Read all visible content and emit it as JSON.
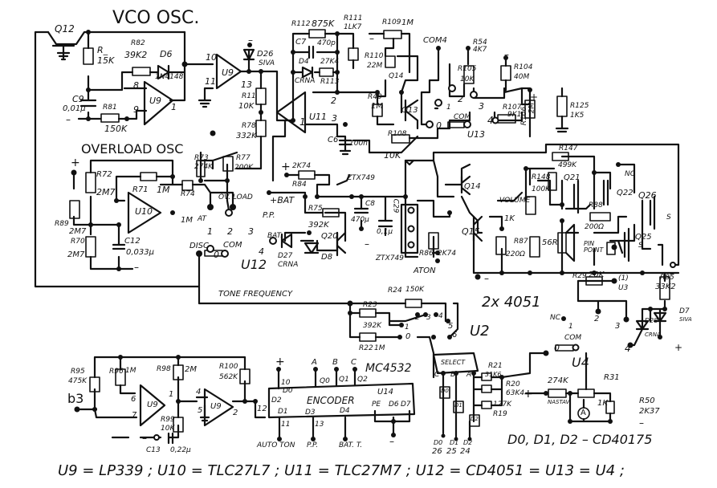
{
  "titles": {
    "vco": "VCO  OSC.",
    "overload": "OVERLOAD OSC",
    "tone_frequency": "TONE FREQUENCY",
    "mux_note": "2x 4051",
    "encoder_part": "MC4532",
    "latch_note": "D0, D1, D2 – CD40175",
    "footer": "U9 = LP339 ;  U10 = TLC27L7 ;  U11 = TLC27M7 ;  U12 = CD4051 = U13 = U4 ;"
  },
  "vco": {
    "q12": "Q12",
    "r_label": "R_",
    "r_value": "15K",
    "r82": "R82",
    "r82_value": "39K2",
    "d6": "D6",
    "d6_part": "1N4148",
    "c9": "C9",
    "c9_value": "0,01µ",
    "r81": "R81",
    "r81_value": "150K",
    "u9a": "U9",
    "u9a_pin8": "8",
    "u9a_pin9": "9",
    "u9a_pin1": "1",
    "u9b": "U9",
    "u9b_pin10": "10",
    "u9b_pin11": "11",
    "u9b_pin13": "13",
    "minus": "–"
  },
  "led_top": {
    "d26": "D26",
    "d26_color": "SIVA",
    "r11": "R11",
    "r11_value": "10K",
    "r78": "R78",
    "r78_value": "332K",
    "minus": "–"
  },
  "integrator": {
    "r112": "R112",
    "r112_value": "875K",
    "r111": "R111",
    "r111_value": "1LK7",
    "c7": "C7",
    "c7_value": "470p",
    "d4": "D4",
    "d4_color": "CRNA",
    "r113": "R113",
    "r113_value": "27K4",
    "u11": "U11",
    "pin1": "1",
    "pin2": "2",
    "pin3": "3",
    "c6": "C6",
    "c6_value": "100n",
    "r109": "R109",
    "r109_value": "1M",
    "r110": "R110",
    "r110_value": "22M",
    "r40": "R40",
    "r40_value": "1M",
    "q14": "Q14",
    "q13": "Q13",
    "r108": "R108",
    "r108_value": "10K",
    "minus": "–"
  },
  "u13_switch": {
    "com4": "COM4",
    "r54": "R54",
    "r54_value": "4K7",
    "r105": "R105",
    "r105_value": "10K",
    "r104": "R104",
    "r104_value": "40M",
    "r107": "R107",
    "r107_value": "9K1",
    "r106": "R106",
    "r106_value": "2M",
    "r125": "R125",
    "r125_value": "1K5",
    "pos1": "1",
    "pos2": "2",
    "pos3": "3",
    "pos4": "4",
    "pos0": "0",
    "com": "COM",
    "u13": "U13",
    "plus": "+",
    "minus": "–"
  },
  "overload": {
    "plus": "+",
    "minus": "–",
    "r72": "R72",
    "r72_value": "2M7",
    "r71": "R71",
    "r71_value": "1M",
    "r89": "R89",
    "r89_value": "2M7",
    "r70": "R70",
    "r70_value": "2M7",
    "c12": "C12",
    "c12_value": "0,033µ",
    "u10": "U10",
    "r74": "R74",
    "r74_value": "1M",
    "at": "AT",
    "r73": "R73",
    "r73_value": "274K",
    "r77": "R77",
    "r77_value": "200K",
    "ov_load": "OV. LOAD",
    "pp": "P.P.",
    "pos1": "1",
    "pos2": "2",
    "pos3": "3",
    "pos4": "4",
    "disc": "DISC",
    "pos0": "0",
    "com": "COM",
    "u12": "U12"
  },
  "battery": {
    "plus_r84": "+",
    "r84": "R84",
    "r84_value": "2K74",
    "plus_bat": "+BAT",
    "r75": "R75",
    "r75_value": "392K",
    "bat_t": "BAT.",
    "d27": "D27",
    "d27_color": "CRNA",
    "d8": "D8",
    "q20": "Q20",
    "ztx_top": "ZTX749",
    "ztx_bottom": "ZTX749",
    "c8": "C8",
    "c8_value": "470µ",
    "c29": "C29",
    "c29_value": "0,1µ",
    "r86": "R86",
    "r86_value": "2K74",
    "aton": "ATON",
    "minus": "–"
  },
  "amplifier": {
    "q14": "Q14",
    "q15": "Q15",
    "volume": "VOLUME",
    "volume_value": "1K",
    "r87": "R87",
    "r87_value": "220Ω",
    "r56": "56R",
    "r147": "R147",
    "r147_value": "499K",
    "r148": "R148",
    "r148_value": "100K",
    "q21": "Q21",
    "q22": "Q22",
    "nc": "NC",
    "q26": "Q26",
    "r88": "R88",
    "r88_value": "200Ω",
    "q25": "Q25",
    "s1": "S",
    "s2": "S",
    "pin_point": "PIN POINT",
    "minus1": "–",
    "minus2": "–"
  },
  "tone_mux": {
    "r24": "R24",
    "r24_value": "150K",
    "r23": "R23",
    "r23_value": "392K",
    "r22": "R22",
    "r22_value": "1M",
    "pos0": "0",
    "pos1": "1",
    "pos2": "2",
    "pos3": "3",
    "pos4": "4",
    "pos5": "5",
    "pos6": "6",
    "u2": "U2"
  },
  "u3_switch": {
    "r29": "R29",
    "r29_value": "20K",
    "out": "(1)",
    "u3": "U3",
    "nc": "NC",
    "pos1": "1",
    "pos2": "2",
    "pos3": "3",
    "pos4": "4",
    "r85": "R85",
    "r85_value": "33K2",
    "d28": "D28",
    "d28_color": "CRNA",
    "d7": "D7",
    "d7_color": "SIVA",
    "plus": "+",
    "minus": "–"
  },
  "comparator": {
    "r95": "R95",
    "r95_value": "475K",
    "r96": "R96",
    "r96_value": "1M",
    "r98": "R98",
    "r98_value": "2M",
    "r100": "R100",
    "r100_value": "562K",
    "b3": "b3",
    "u9c": "U9",
    "u9d": "U9",
    "pin6": "6",
    "pin7": "7",
    "pin1": "1",
    "pin4": "4",
    "pin5": "5",
    "pin2": "2",
    "pin12": "12",
    "r99": "R99",
    "r99_value": "10K",
    "c13": "C13",
    "c13_value": "0,22µ",
    "minus": "–"
  },
  "encoder": {
    "plus": "+",
    "a": "A",
    "b": "B",
    "c": "C",
    "label": "ENCODER",
    "u14": "U14",
    "d0": "D0",
    "d1": "D1",
    "d2": "D2",
    "d3": "D3",
    "d4": "D4",
    "q0": "Q0",
    "q1": "Q1",
    "q2": "Q2",
    "pe": "PE",
    "d6": "D6",
    "d7": "D7",
    "pin10": "10",
    "pin11": "11",
    "pin13": "13",
    "auto_ton": "AUTO TON",
    "pp": "P.P.",
    "bat_t": "BAT. T.",
    "minus": "–"
  },
  "select": {
    "label": "SELECT",
    "c": "C",
    "b": "B",
    "a": "A",
    "r21": "R21",
    "r21_value": "31K6",
    "r20": "R20",
    "r20_value": "63K4",
    "r19": "R19",
    "r19_value": "127K",
    "d0": "D0",
    "d1": "D1",
    "d2": "D2",
    "in0": "D0",
    "in1": "D1",
    "in2": "D2",
    "p26": "26",
    "p25": "25",
    "p24": "24"
  },
  "u4_meter": {
    "pos0": "0",
    "com": "COM",
    "u4": "U4",
    "plus": "+",
    "r_meter": "274K",
    "r_meter_note": "NASTAV",
    "meter": "A",
    "r31": "R31",
    "r31_value": "1K",
    "r50": "R50",
    "r50_value": "2K37",
    "minus": "–"
  }
}
